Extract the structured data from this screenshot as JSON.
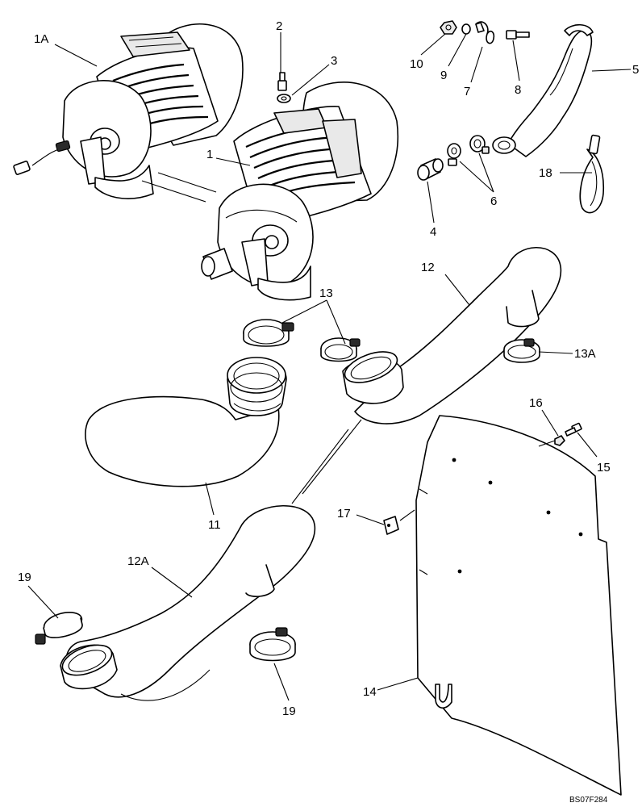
{
  "callouts": {
    "c1A": "1A",
    "c1": "1",
    "c2": "2",
    "c3": "3",
    "c4": "4",
    "c5": "5",
    "c6": "6",
    "c7": "7",
    "c8": "8",
    "c9": "9",
    "c10": "10",
    "c11": "11",
    "c12": "12",
    "c12A": "12A",
    "c13": "13",
    "c13A": "13A",
    "c14": "14",
    "c15": "15",
    "c16": "16",
    "c17": "17",
    "c18": "18",
    "c19a": "19",
    "c19b": "19"
  },
  "drawing_code": "BS07F284"
}
